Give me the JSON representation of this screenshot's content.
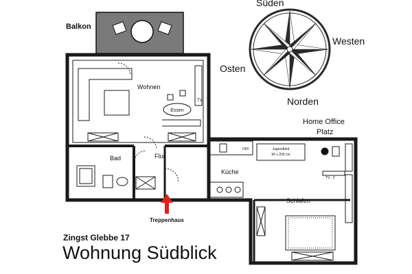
{
  "title": "Wohnung Südblick",
  "address": "Zingst Glebbe 17",
  "compass": {
    "south": "Süden",
    "west": "Westen",
    "east": "Osten",
    "north": "Norden"
  },
  "rooms": {
    "balcony": "Balkon",
    "living": "Wohnen",
    "dining": "Essen",
    "tv_living": "TV",
    "bath": "Bad",
    "hall": "Flur",
    "kitchen": "Küche",
    "bedroom": "Schlafen",
    "stairwell": "Treppenhaus",
    "home_office_line1": "Home Office",
    "home_office_line2": "Platz",
    "youth_bed_line1": "Jugendbett",
    "youth_bed_line2": "90 x 200 cm",
    "tv_bedroom": "TV - 2",
    "appliance": "OFF"
  },
  "colors": {
    "wall": "#1a1a1a",
    "balcony_fill": "#7a7a7a",
    "arrow": "#e0201c",
    "compass_dark": "#2a2a2a"
  },
  "icons": [
    "compass-rose-icon",
    "entrance-arrow-icon"
  ]
}
